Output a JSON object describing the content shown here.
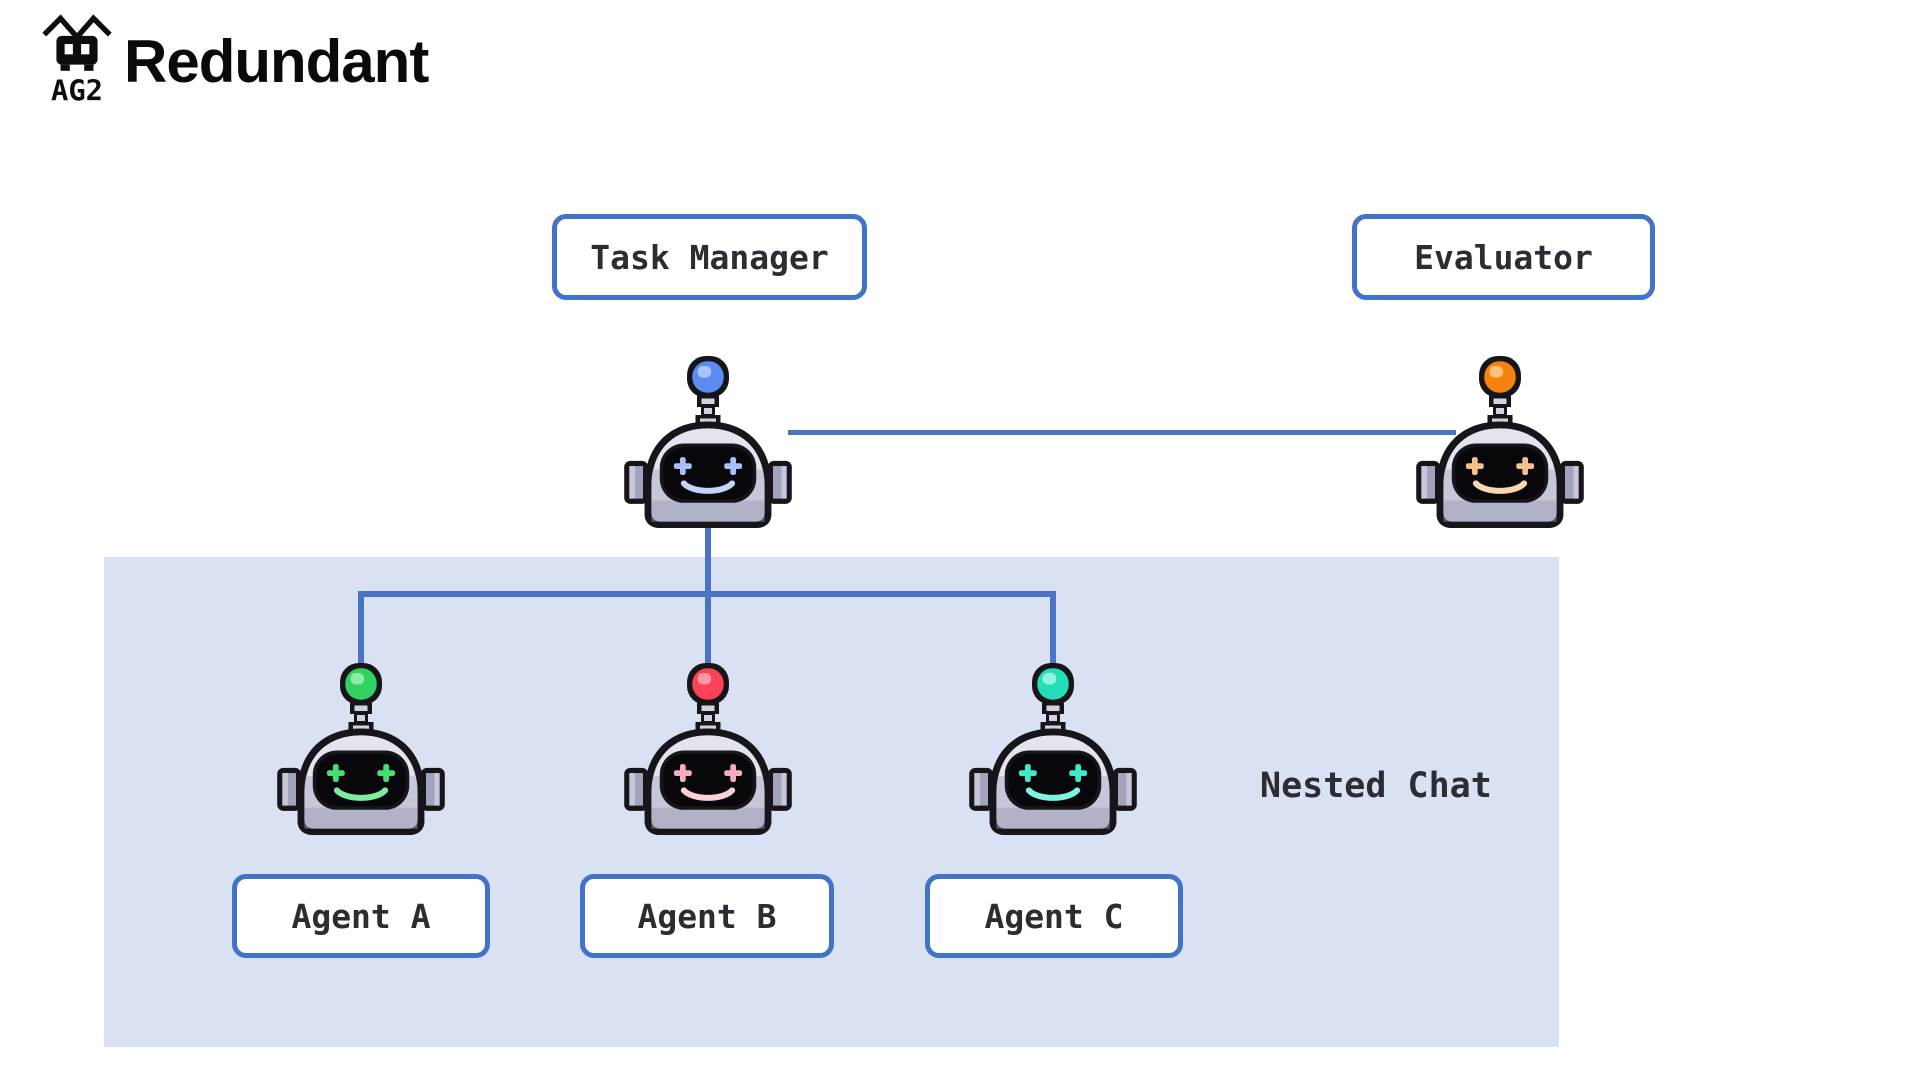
{
  "header": {
    "logo_text": "AG2",
    "title": "Redundant"
  },
  "theme": {
    "connector": "#4a73c4",
    "box_border": "#4173c9",
    "box_bg": "#ffffff",
    "panel_bg": "#d9e1f3",
    "label_color": "#2b2d33",
    "title_color": "#0a0a0a"
  },
  "nodes": {
    "task_manager": {
      "label": "Task Manager"
    },
    "evaluator": {
      "label": "Evaluator"
    }
  },
  "nested_chat": {
    "label": "Nested Chat",
    "agents": [
      {
        "id": "agent_a",
        "label": "Agent A"
      },
      {
        "id": "agent_b",
        "label": "Agent B"
      },
      {
        "id": "agent_c",
        "label": "Agent C"
      }
    ]
  },
  "robots": {
    "task_manager": {
      "ball": "#5b8cf0",
      "ball_highlight": "#a9c4fa",
      "face_glow": "#aabff7",
      "smile": "#c3d3fa"
    },
    "evaluator": {
      "ball": "#f5830f",
      "ball_highlight": "#fbc37a",
      "face_glow": "#f6c18a",
      "smile": "#f8d7ae"
    },
    "agent_a": {
      "ball": "#33d15f",
      "ball_highlight": "#8deca7",
      "face_glow": "#41e070",
      "smile": "#7bee9d"
    },
    "agent_b": {
      "ball": "#fb4256",
      "ball_highlight": "#ff97a4",
      "face_glow": "#f6aebe",
      "smile": "#fbd0da"
    },
    "agent_c": {
      "ball": "#25ddb9",
      "ball_highlight": "#90f4de",
      "face_glow": "#3becc9",
      "smile": "#7ff3dd"
    }
  }
}
